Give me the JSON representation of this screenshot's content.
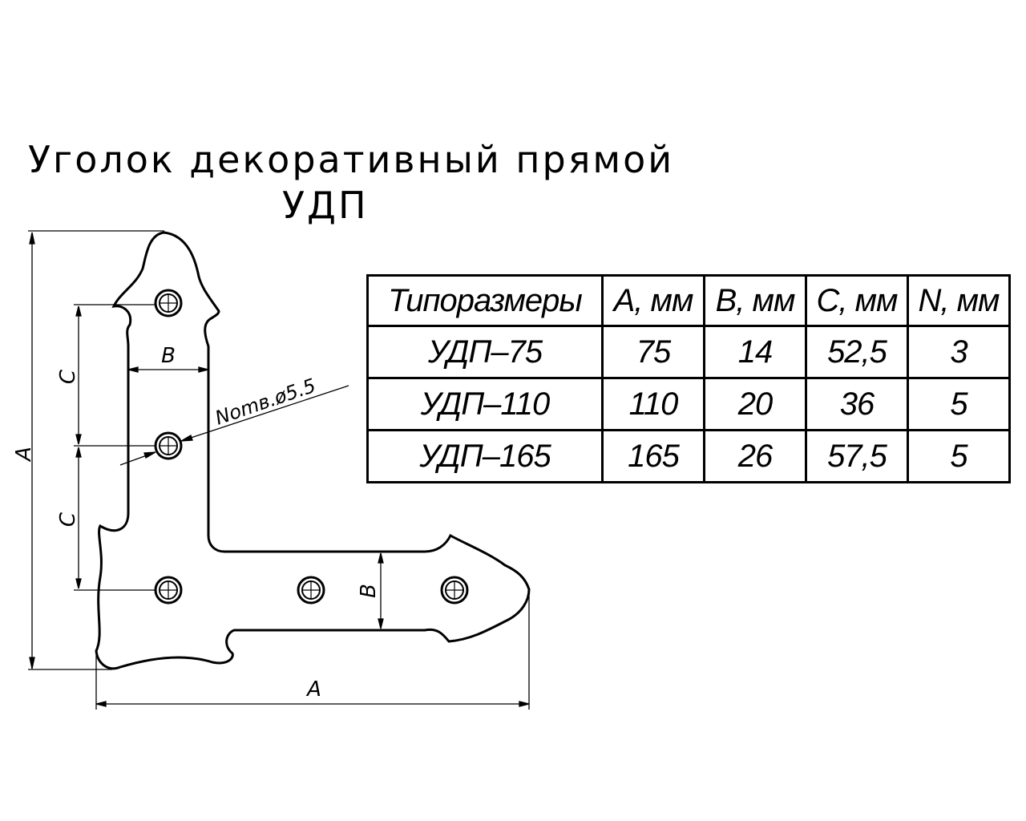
{
  "title": {
    "line1": "Уголок декоративный прямой",
    "line2": "УДП"
  },
  "drawing": {
    "dim_a_vertical": "A",
    "dim_a_horizontal": "A",
    "dim_b_top": "B",
    "dim_b_right": "B",
    "dim_c_upper": "C",
    "dim_c_lower": "C",
    "hole_callout": "Nomв.ø5.5"
  },
  "table": {
    "headers": [
      "Типоразмеры",
      "A, мм",
      "B, мм",
      "C, мм",
      "N, мм"
    ],
    "rows": [
      [
        "УДП–75",
        "75",
        "14",
        "52,5",
        "3"
      ],
      [
        "УДП–110",
        "110",
        "20",
        "36",
        "5"
      ],
      [
        "УДП–165",
        "165",
        "26",
        "57,5",
        "5"
      ]
    ]
  }
}
